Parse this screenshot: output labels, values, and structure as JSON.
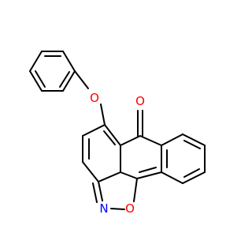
{
  "colors": {
    "background": "#ffffff",
    "bond": "#000000",
    "oxygen": "#ff0000",
    "nitrogen": "#0000ff"
  },
  "atoms": {
    "ether_oxygen": {
      "symbol": "O",
      "color": "#ff0000"
    },
    "carbonyl_oxygen": {
      "symbol": "O",
      "color": "#ff0000"
    },
    "ring_nitrogen": {
      "symbol": "N",
      "color": "#0000ff"
    },
    "ring_oxygen": {
      "symbol": "O",
      "color": "#ff0000"
    }
  }
}
